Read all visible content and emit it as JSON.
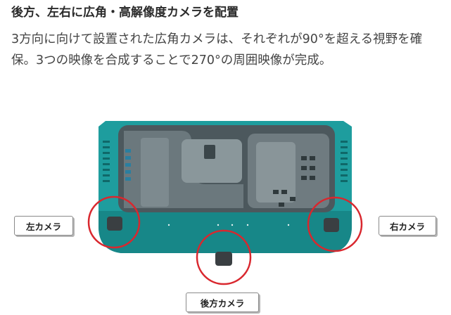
{
  "article": {
    "heading": "後方、左右に広角・高解像度カメラを配置",
    "body": "3方向に向けて設置された広角カメラは、それぞれが90°を超える視野を確保。3つの映像を合成することで270°の周囲映像が完成。"
  },
  "figure": {
    "labels": {
      "left_camera": "左カメラ",
      "right_camera": "右カメラ",
      "rear_camera": "後方カメラ"
    },
    "colors": {
      "body_teal": "#1d9a9b",
      "body_dark_teal": "#137a7b",
      "engine_grey": "#5e6b70",
      "highlight_circle": "#d9272e"
    }
  }
}
